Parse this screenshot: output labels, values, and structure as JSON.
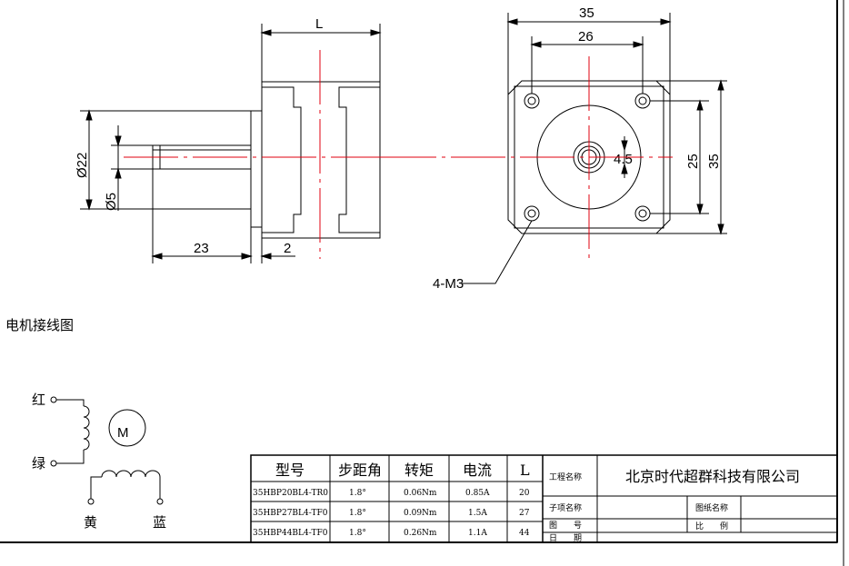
{
  "dimensions": {
    "length": "L",
    "flange_width": "35",
    "hole_spacing": "26",
    "outer_diameter": "Ø22",
    "shaft_diameter": "Ø5",
    "shaft_length": "23",
    "boss_thickness": "2",
    "flat_depth": "4.5",
    "vertical_hole_spacing": "25",
    "vertical_flange": "35",
    "mount_holes": "4-M3"
  },
  "wiring": {
    "title": "电机接线图",
    "motor_symbol": "M",
    "wire_red": "红",
    "wire_green": "绿",
    "wire_yellow": "黄",
    "wire_blue": "蓝"
  },
  "spec_table": {
    "headers": [
      "型号",
      "步距角",
      "转矩",
      "电流",
      "L"
    ],
    "rows": [
      [
        "35HBP20BL4-TR0",
        "1.8°",
        "0.06Nm",
        "0.85A",
        "20"
      ],
      [
        "35HBP27BL4-TF0",
        "1.8°",
        "0.09Nm",
        "1.5A",
        "27"
      ],
      [
        "35HBP44BL4-TF0",
        "1.8°",
        "0.26Nm",
        "1.1A",
        "44"
      ]
    ]
  },
  "title_block": {
    "project_label": "工程名称",
    "company": "北京时代超群科技有限公司",
    "subproject_label": "子项名称",
    "drawing_name_label": "图纸名称",
    "drawing_no_label": "图　　号",
    "scale_label": "比　　例",
    "date_label": "日　　期"
  },
  "colors": {
    "centerline": "#e0000f",
    "line": "#000000",
    "background": "#ffffff"
  }
}
